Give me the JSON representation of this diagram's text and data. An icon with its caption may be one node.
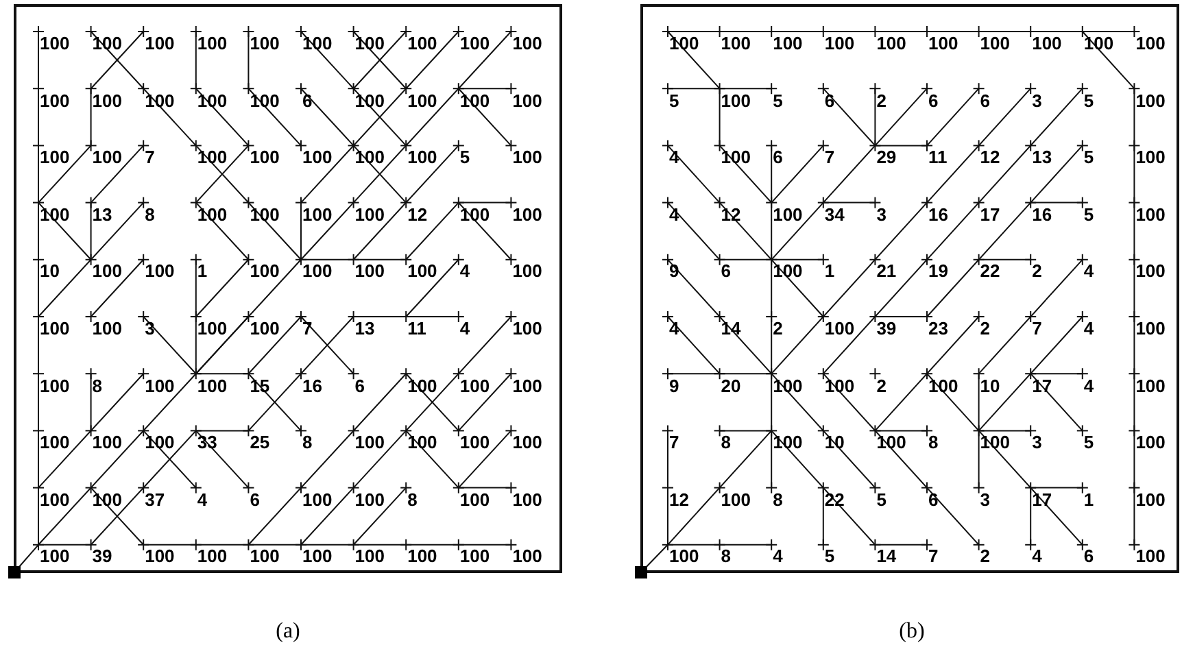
{
  "diagram": {
    "nodes": [
      {
        "text": [],
        "shape": "box",
        "beside": [
          "(a)"
        ]
      },
      {
        "text": [],
        "shape": "box",
        "beside": [
          "(b)"
        ]
      }
    ],
    "labels": [
      "100",
      "100",
      "100",
      "100",
      "100",
      "100",
      "100",
      "100",
      "100",
      "100",
      "100",
      "100",
      "100",
      "100",
      "100",
      "6",
      "100",
      "100",
      "100",
      "100",
      "100",
      "100",
      "7",
      "100",
      "100",
      "100",
      "100",
      "100",
      "5",
      "100",
      "100",
      "13",
      "8",
      "100",
      "100",
      "100",
      "100",
      "12",
      "100",
      "100",
      "10",
      "100",
      "100",
      "1",
      "100",
      "100",
      "100",
      "100",
      "4",
      "100",
      "100",
      "100",
      "3",
      "100",
      "100",
      "7",
      "13",
      "11",
      "4",
      "100",
      "100",
      "8",
      "100",
      "100",
      "15",
      "16",
      "6",
      "100",
      "100",
      "100",
      "100",
      "100",
      "100",
      "33",
      "25",
      "8",
      "100",
      "100",
      "100",
      "100",
      "100",
      "100",
      "37",
      "4",
      "6",
      "100",
      "100",
      "8",
      "100",
      "100",
      "100",
      "39",
      "100",
      "100",
      "100",
      "100",
      "100",
      "100",
      "100",
      "100",
      "100",
      "100",
      "100",
      "100",
      "100",
      "100",
      "100",
      "100",
      "100",
      "100",
      "5",
      "100",
      "5",
      "6",
      "2",
      "6",
      "6",
      "3",
      "5",
      "100",
      "4",
      "100",
      "6",
      "7",
      "29",
      "11",
      "12",
      "13",
      "5",
      "100",
      "4",
      "12",
      "100",
      "34",
      "3",
      "16",
      "17",
      "16",
      "5",
      "100",
      "9",
      "6",
      "100",
      "1",
      "21",
      "19",
      "22",
      "2",
      "4",
      "100",
      "4",
      "14",
      "2",
      "100",
      "39",
      "23",
      "2",
      "7",
      "4",
      "100",
      "9",
      "20",
      "100",
      "100",
      "2",
      "100",
      "10",
      "17",
      "4",
      "100",
      "7",
      "8",
      "100",
      "10",
      "100",
      "8",
      "100",
      "3",
      "5",
      "100",
      "12",
      "100",
      "8",
      "22",
      "5",
      "6",
      "3",
      "17",
      "1",
      "100",
      "100",
      "8",
      "4",
      "5",
      "14",
      "7",
      "2",
      "4",
      "6",
      "100"
    ]
  }
}
